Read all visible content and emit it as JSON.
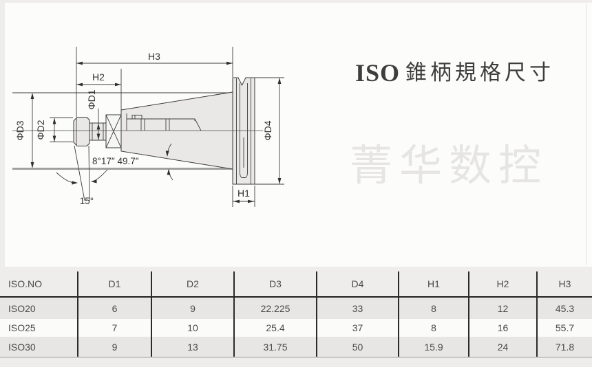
{
  "title": {
    "brand": "ISO",
    "text": "錐柄規格尺寸"
  },
  "watermark": "菁华数控",
  "diagram": {
    "labels": {
      "h3": "H3",
      "h2": "H2",
      "h1": "H1",
      "d1": "ΦD1",
      "d2": "ΦD2",
      "d3": "ΦD3",
      "d4": "ΦD4",
      "taper_angle": "8°17″ 49.7″",
      "stud_angle": "15°"
    }
  },
  "table": {
    "columns": [
      "ISO.NO",
      "D1",
      "D2",
      "D3",
      "D4",
      "H1",
      "H2",
      "H3"
    ],
    "rows": [
      [
        "ISO20",
        "6",
        "9",
        "22.225",
        "33",
        "8",
        "12",
        "45.3"
      ],
      [
        "ISO25",
        "7",
        "10",
        "25.4",
        "37",
        "8",
        "16",
        "55.7"
      ],
      [
        "ISO30",
        "9",
        "13",
        "31.75",
        "50",
        "15.9",
        "24",
        "71.8"
      ]
    ]
  },
  "colors": {
    "page_bg": "#eeedeb",
    "panel_bg": "#fcfcfb",
    "part_fill": "#e9e8e6",
    "line": "#3d3d3d",
    "baseline": "#a0a09e",
    "table_separator": "#2a2a2a",
    "row_shade": "#e7e6e4",
    "watermark": "#e6e5e3"
  }
}
